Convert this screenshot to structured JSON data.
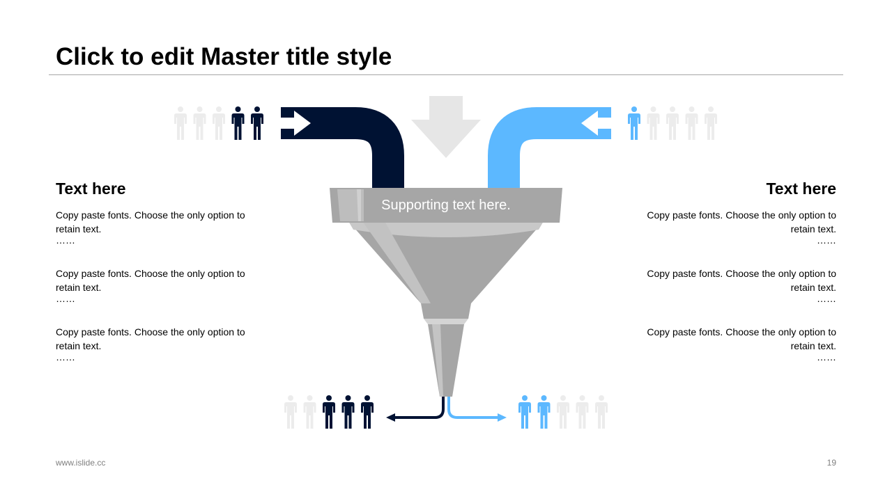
{
  "title": "Click to edit Master title style",
  "funnel": {
    "label": "Supporting text here."
  },
  "left_column": {
    "heading": "Text here",
    "items": [
      {
        "text": "Copy paste fonts. Choose the only option to retain text.",
        "dots": "……"
      },
      {
        "text": "Copy paste fonts. Choose the only option to retain text.",
        "dots": "……"
      },
      {
        "text": "Copy paste fonts. Choose the only option to retain text.",
        "dots": "……"
      }
    ]
  },
  "right_column": {
    "heading": "Text here",
    "items": [
      {
        "text": "Copy paste fonts. Choose the only option to retain text.",
        "dots": "……"
      },
      {
        "text": "Copy paste fonts. Choose the only option to retain text.",
        "dots": "……"
      },
      {
        "text": "Copy paste fonts. Choose the only option to retain text.",
        "dots": "……"
      }
    ]
  },
  "people_groups": {
    "top_left": {
      "total": 5,
      "highlighted": 2,
      "highlight_side": "end",
      "color": "dark-navy"
    },
    "top_right": {
      "total": 5,
      "highlighted": 1,
      "highlight_side": "start",
      "color": "light-blue"
    },
    "bottom_left": {
      "total": 5,
      "highlighted": 3,
      "highlight_side": "end",
      "color": "dark-navy"
    },
    "bottom_right": {
      "total": 5,
      "highlighted": 2,
      "highlight_side": "start",
      "color": "light-blue"
    }
  },
  "colors": {
    "dark_navy": "#001233",
    "light_blue": "#5cb8ff",
    "inactive_person": "#ececec",
    "funnel_gray": "#a6a6a6",
    "arrow_gray": "#e6e6e6"
  },
  "footer": {
    "url": "www.islide.cc",
    "page": "19"
  }
}
